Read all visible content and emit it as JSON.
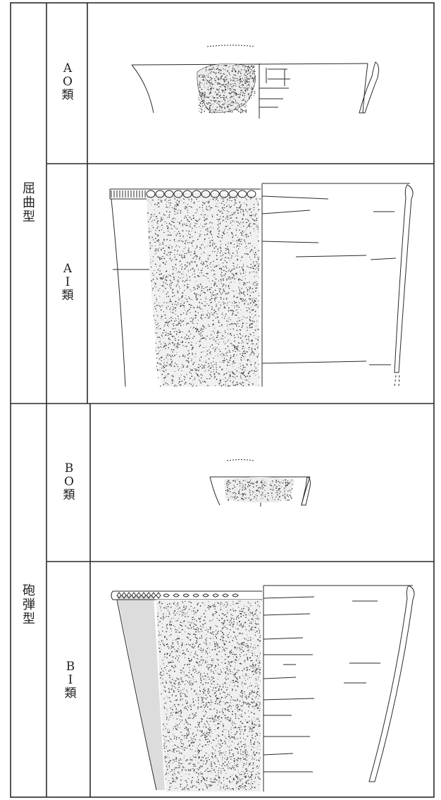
{
  "groups": [
    {
      "type_chars": [
        "屈",
        "曲",
        "型"
      ],
      "classes": [
        {
          "chars": [
            "A",
            "O",
            "類"
          ]
        },
        {
          "chars": [
            "A",
            "I",
            "類"
          ]
        }
      ]
    },
    {
      "type_chars": [
        "砲",
        "弾",
        "型"
      ],
      "classes": [
        {
          "chars": [
            "B",
            "O",
            "類"
          ]
        },
        {
          "chars": [
            "B",
            "I",
            "類"
          ]
        }
      ]
    }
  ],
  "line_color": "#2a2a2a",
  "stipple_color": "#333333"
}
